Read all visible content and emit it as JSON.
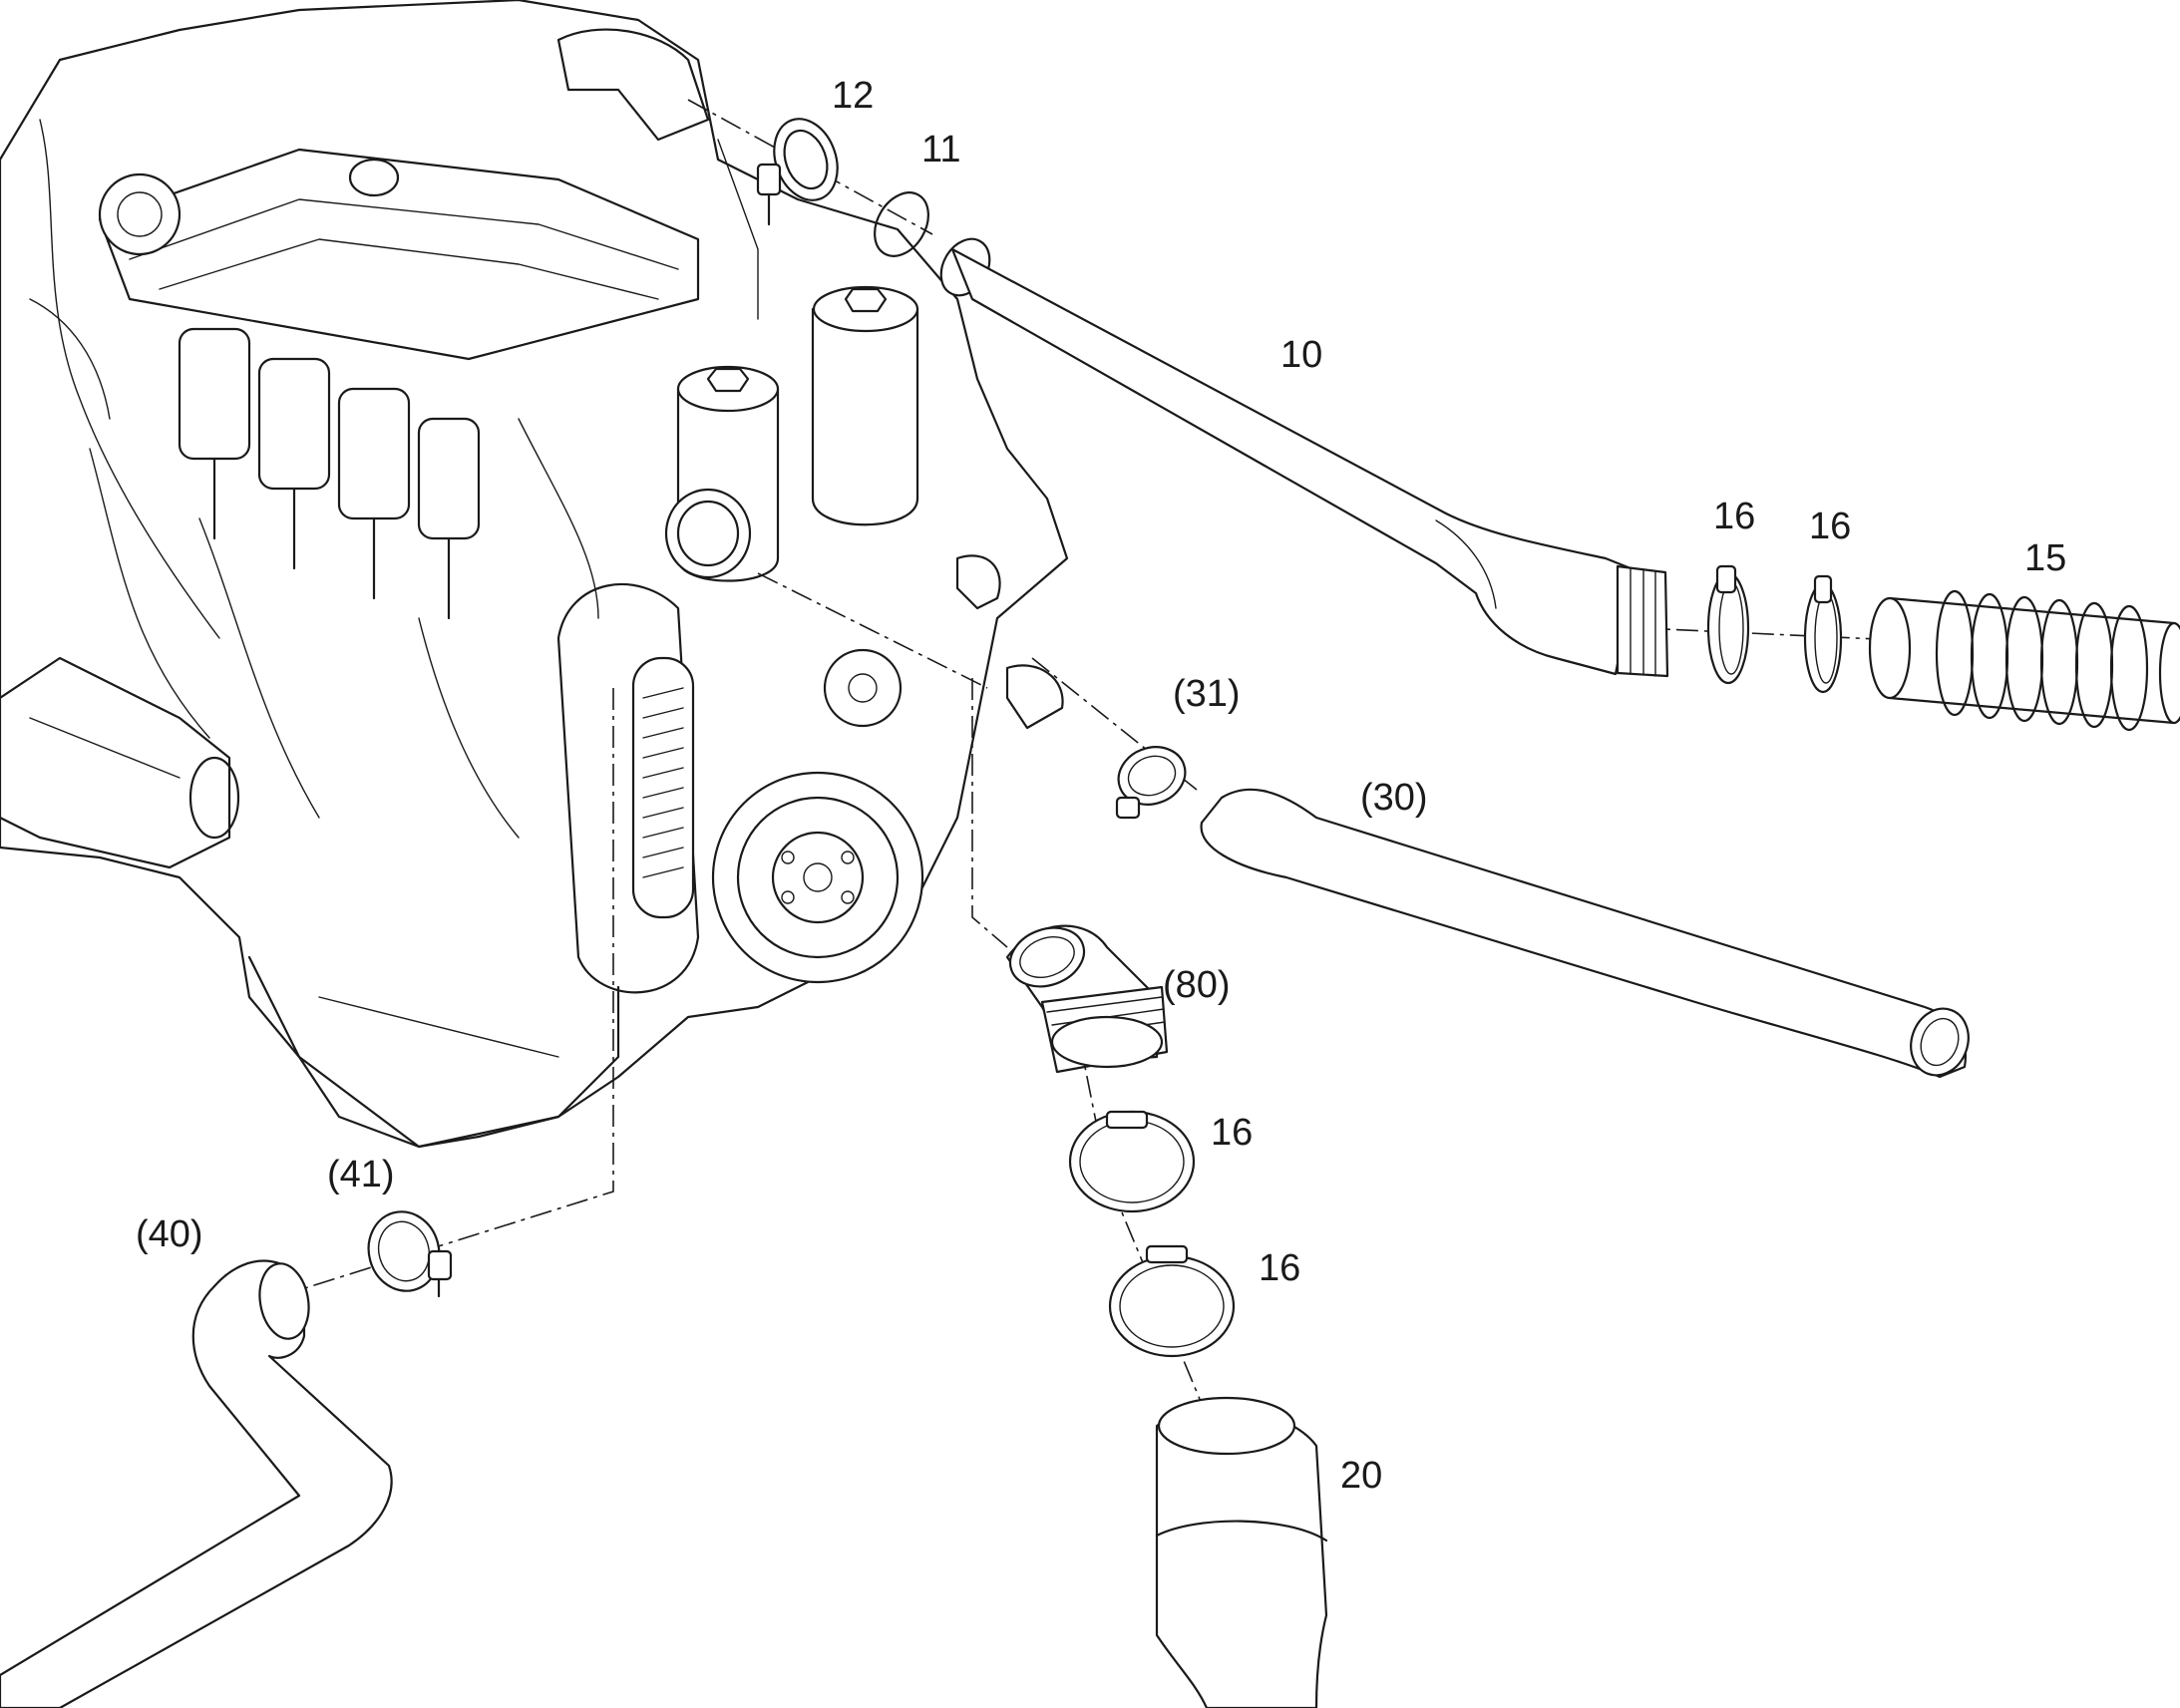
{
  "labels": {
    "p10": "10",
    "p11": "11",
    "p12": "12",
    "p15": "15",
    "p16a": "16",
    "p16b": "16",
    "p16c": "16",
    "p16d": "16",
    "p20": "20",
    "p30": "(30)",
    "p31": "(31)",
    "p40": "(40)",
    "p41": "(41)",
    "p80": "(80)"
  },
  "colors": {
    "line": "#1a1a1a",
    "background": "#ffffff"
  }
}
